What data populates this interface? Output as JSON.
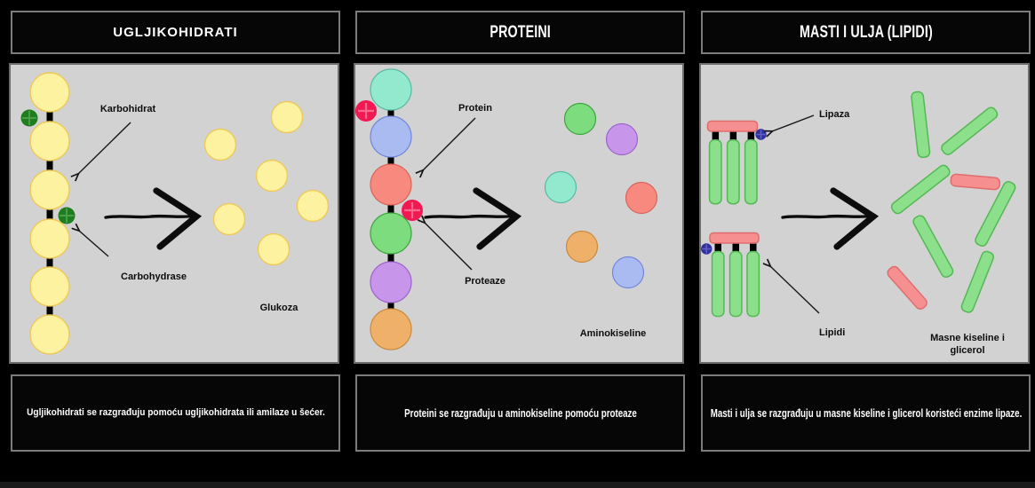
{
  "colors": {
    "page-bg": "#000000",
    "panel-bg": "#d2d2d2",
    "panel-border": "#6c6c6c",
    "box-bg": "#060606",
    "box-border": "#7c7c7c",
    "yellow": "#fcf2a0",
    "yellow-border": "#eec95a",
    "enzyme-green": "#1e7d1e",
    "enzyme-green-cross": "#4a9e4a",
    "teal": "#93e9cd",
    "teal-border": "#57b9a4",
    "periwinkle": "#a9bbf0",
    "periwinkle-border": "#7286dc",
    "salmon": "#f7897f",
    "salmon-border": "#d8655c",
    "green": "#7ddc7d",
    "green-border": "#3da53d",
    "purple": "#c795ea",
    "purple-border": "#9d63cc",
    "orange": "#efb169",
    "orange-border": "#c98a3e",
    "crimson": "#f21953",
    "crimson-cross": "#ff6b8f",
    "rod-green": "#8ce08c",
    "rod-green-border": "#54b854",
    "rod-pink": "#f68f8f",
    "rod-pink-border": "#e06d6d",
    "navy": "#30309e",
    "navy-cross": "#6060c4"
  },
  "panels": [
    {
      "header": "UGLJIKOHIDRATI",
      "labels": {
        "substrate": "Karbohidrat",
        "enzyme": "Carbohydrase",
        "product": "Glukoza"
      },
      "caption": "Ugljikohidrati se razgrađuju pomoću ugljikohidrata ili amilaze u šećer."
    },
    {
      "header": "PROTEINI",
      "labels": {
        "substrate": "Protein",
        "enzyme": "Proteaze",
        "product": "Aminokiseline"
      },
      "caption": "Proteini se razgrađuju u aminokiseline pomoću proteaze"
    },
    {
      "header": "MASTI I ULJA (LIPIDI)",
      "labels": {
        "enzyme": "Lipaza",
        "substrate": "Lipidi",
        "product_lines": [
          "Masne kiseline i",
          "glicerol"
        ]
      },
      "caption": "Masti i ulja se razgrađuju u masne kiseline i glicerol koristeći enzime lipaze."
    }
  ]
}
